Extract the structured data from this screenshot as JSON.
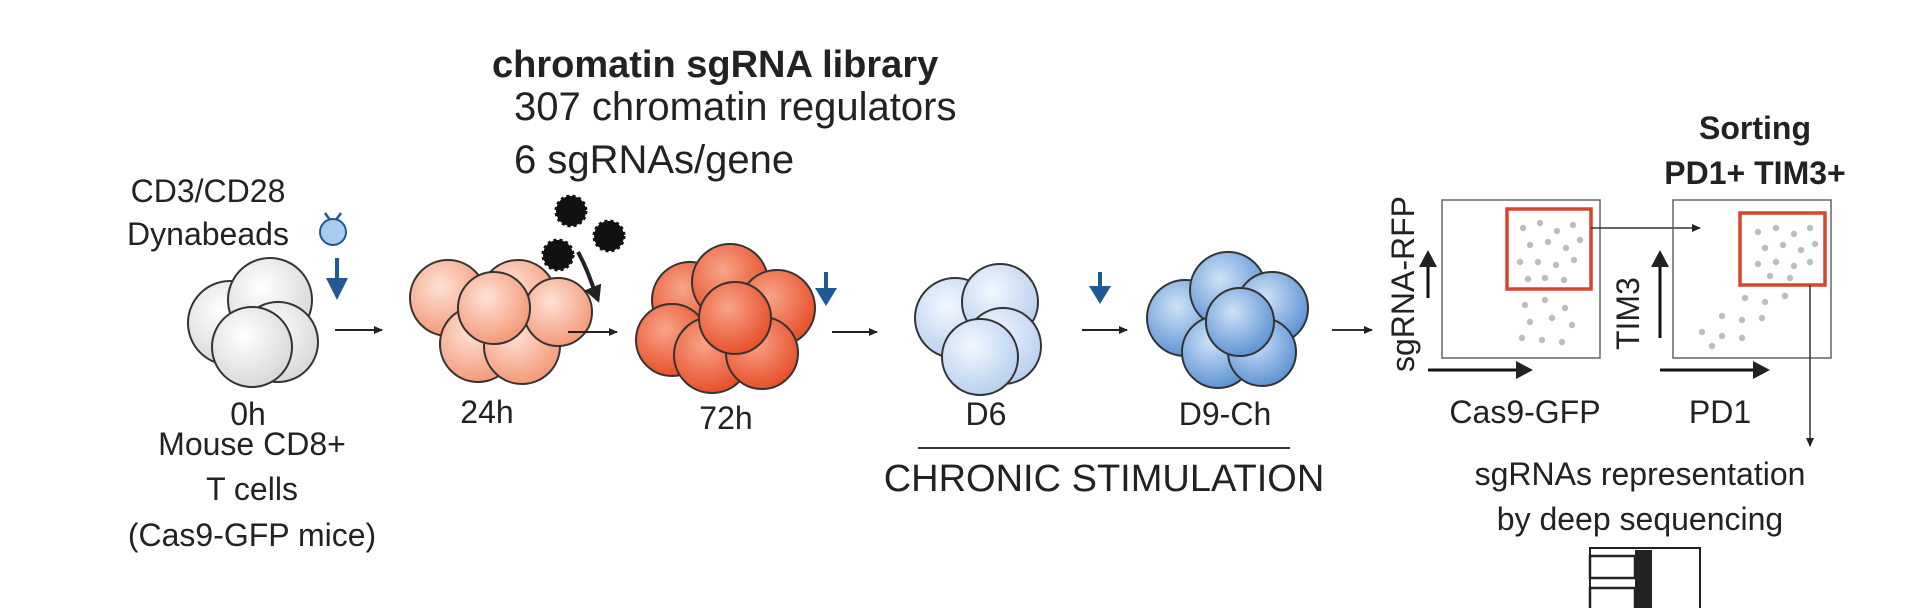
{
  "library": {
    "title": "chromatin sgRNA library",
    "line1": "307 chromatin regulators",
    "line2": "6 sgRNAs/gene"
  },
  "beads": {
    "line1": "CD3/CD28",
    "line2": "Dynabeads"
  },
  "timepoints": {
    "t0": "0h",
    "t24": "24h",
    "t72": "72h",
    "d6": "D6",
    "d9": "D9-Ch"
  },
  "origin": {
    "line1": "Mouse CD8+",
    "line2": "T cells",
    "line3": "(Cas9-GFP mice)"
  },
  "chronic": {
    "label": "CHRONIC STIMULATION"
  },
  "facs1": {
    "ylabel": "sgRNA-RFP",
    "xlabel": "Cas9-GFP"
  },
  "facs2": {
    "title1": "Sorting",
    "title2": "PD1+ TIM3+",
    "ylabel": "TIM3",
    "xlabel": "PD1"
  },
  "readout": {
    "line1": "sgRNAs representation",
    "line2": "by deep sequencing"
  },
  "colors": {
    "naive_fill": "#f2f2f2",
    "activated_fill": "#f7a98d",
    "transduced_fill": "#ee6a47",
    "chronic_light_fill": "#cfe0f4",
    "chronic_dark_fill": "#7eaedf",
    "gate": "#d9442f",
    "arrow_blue": "#1e5a96",
    "dots": "#bdbdbd"
  }
}
